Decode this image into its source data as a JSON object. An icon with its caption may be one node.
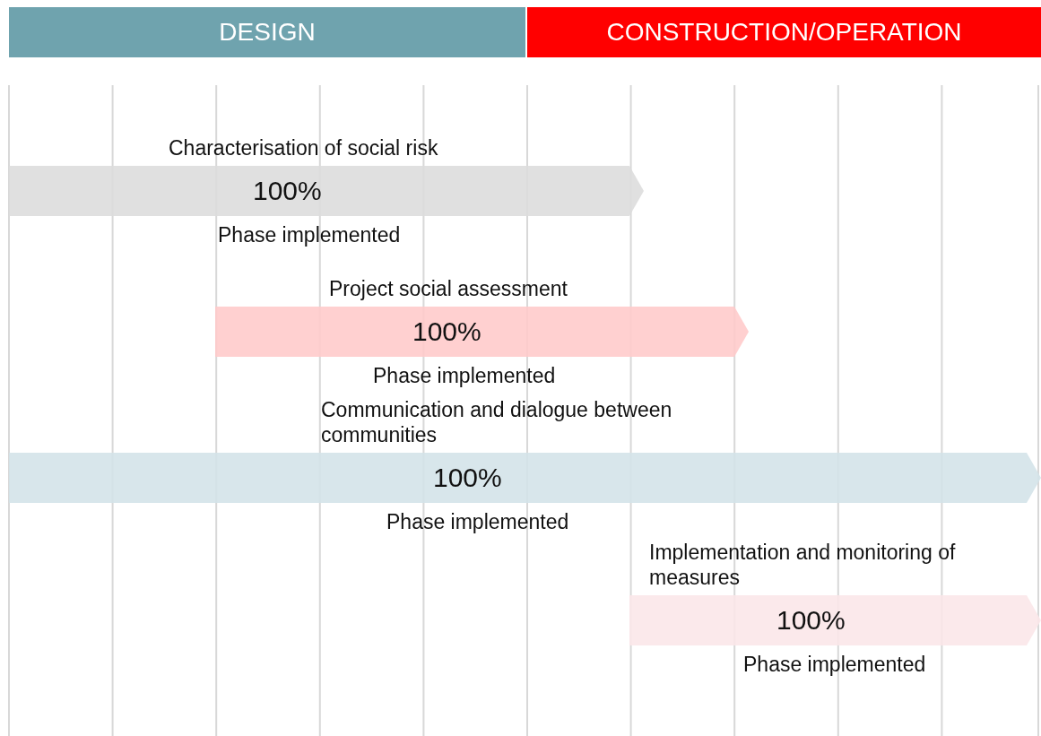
{
  "diagram": {
    "nodes": [
      {
        "text": [
          "DESIGN"
        ]
      },
      {
        "text": [
          "CONSTRUCTION/OPERATION"
        ]
      },
      {
        "text": [
          "Characterisation of social risk",
          "100%",
          "Phase implemented"
        ]
      },
      {
        "text": [
          "Project social assessment",
          "100%",
          "Phase implemented"
        ]
      },
      {
        "text": [
          "Communication and dialogue between communities",
          "100%",
          "Phase implemented"
        ]
      },
      {
        "text": [
          "Implementation and monitoring of measures",
          "100%",
          "Phase implemented"
        ]
      }
    ]
  }
}
